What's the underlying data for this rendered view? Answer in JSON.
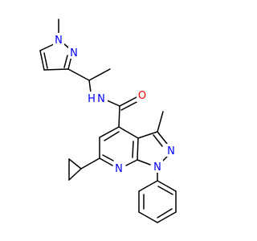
{
  "colors": {
    "background": "#ffffff",
    "bond": "#000000",
    "nitrogen": "#0000ff",
    "oxygen": "#ff0000"
  },
  "atoms": {
    "n_methyl_pyrazole_n1": {
      "label": "N",
      "color": "#0000ff"
    },
    "n_methyl_pyrazole_n2": {
      "label": "N",
      "color": "#0000ff"
    },
    "amide_nh": {
      "label": "N",
      "color": "#0000ff"
    },
    "amide_h": {
      "label": "H",
      "color": "#0000ff"
    },
    "carbonyl_o": {
      "label": "O",
      "color": "#ff0000"
    },
    "core_pyrazole_n2": {
      "label": "N",
      "color": "#0000ff"
    },
    "core_pyrazole_n1": {
      "label": "N",
      "color": "#0000ff"
    },
    "pyridine_n": {
      "label": "N",
      "color": "#0000ff"
    }
  }
}
